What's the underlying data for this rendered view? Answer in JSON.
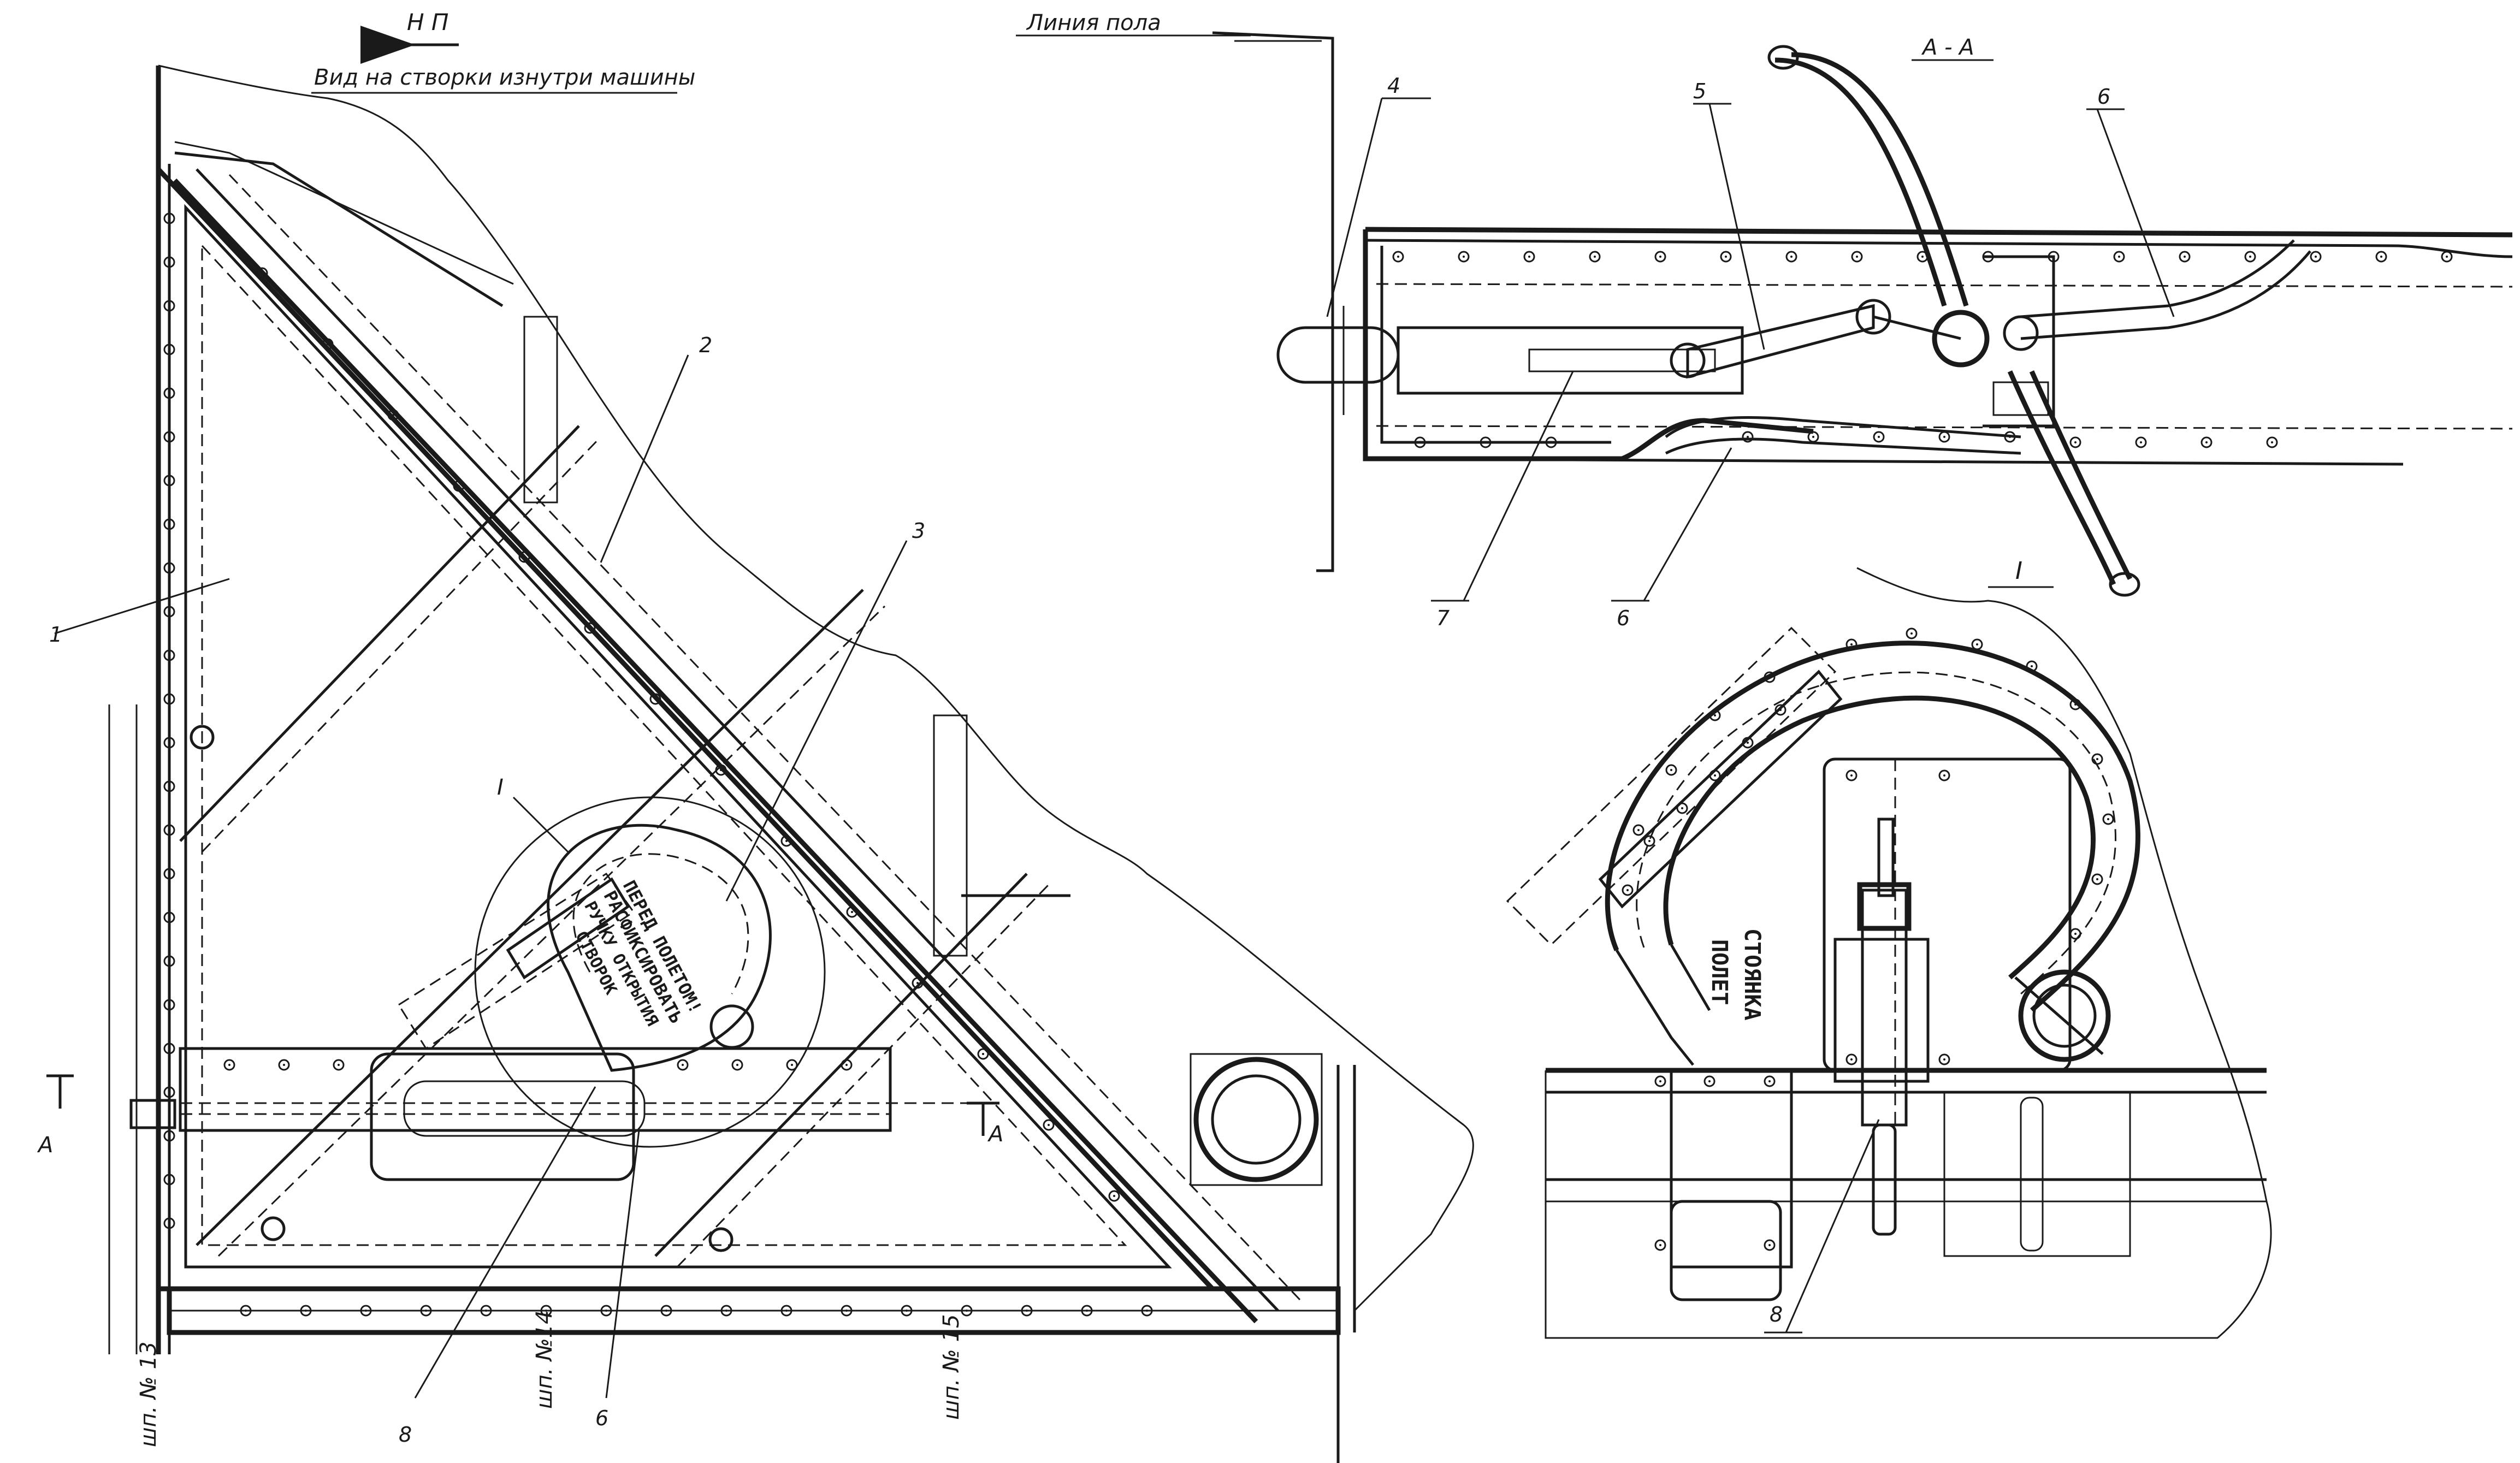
{
  "labels": {
    "direction": "Н П",
    "view_title": "Вид на створки изнутри машины",
    "floor_line": "Линия пола",
    "section_aa": "А - А",
    "detail_i": "I",
    "detail_i_left": "I",
    "section_a_left": "А",
    "section_a_right": "А",
    "frame_13": "шп. № 13",
    "frame_14": "шп. №14",
    "frame_15": "шп. № 15"
  },
  "callouts": {
    "n1": "1",
    "n2": "2",
    "n3": "3",
    "n4": "4",
    "n5": "5",
    "n6a": "6",
    "n6b": "6",
    "n6c": "6",
    "n7": "7",
    "n8a": "8",
    "n8b": "8"
  },
  "stencil_left": {
    "line1": "ПЕРЕД ПОЛЕТОМ!",
    "line2": "РАСФИКСИРОВАТЬ",
    "line3": "РУЧКУ ОТКРЫТИЯ",
    "line4": "СТВОРОК"
  },
  "stencil_detail": {
    "line1": "СТОЯНКА",
    "line2": "ПОЛЕТ"
  }
}
